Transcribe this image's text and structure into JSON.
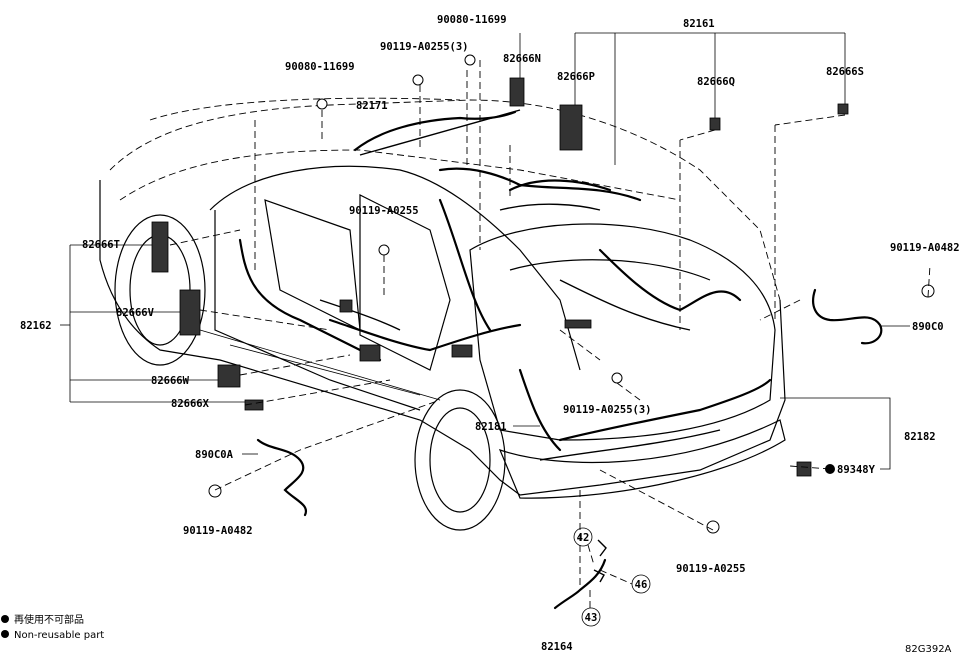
{
  "labels": {
    "p82161": "82161",
    "p90080_top": "90080-11699",
    "p90119_a0255_3_top": "90119-A0255(3)",
    "p82666N": "82666N",
    "p82666P": "82666P",
    "p82666Q": "82666Q",
    "p82666S": "82666S",
    "p90080_left": "90080-11699",
    "p82171": "82171",
    "p90119_a0255_mid": "90119-A0255",
    "p90119_a0482_right": "90119-A0482",
    "p890C0": "890C0",
    "p82666T": "82666T",
    "p82666V": "82666V",
    "p82162": "82162",
    "p82666W": "82666W",
    "p82666X": "82666X",
    "p90119_a0255_3_bot": "90119-A0255(3)",
    "p82181": "82181",
    "p82182": "82182",
    "p890C0A": "890C0A",
    "p89348Y": "89348Y",
    "p90119_a0482_left": "90119-A0482",
    "p90119_a0255_bot": "90119-A0255",
    "c42": "42",
    "c46": "46",
    "c43": "43",
    "p82164": "82164"
  },
  "legend": {
    "jp": "再使用不可部品",
    "en": "Non-reusable part"
  },
  "drawing_code": "82G392A"
}
